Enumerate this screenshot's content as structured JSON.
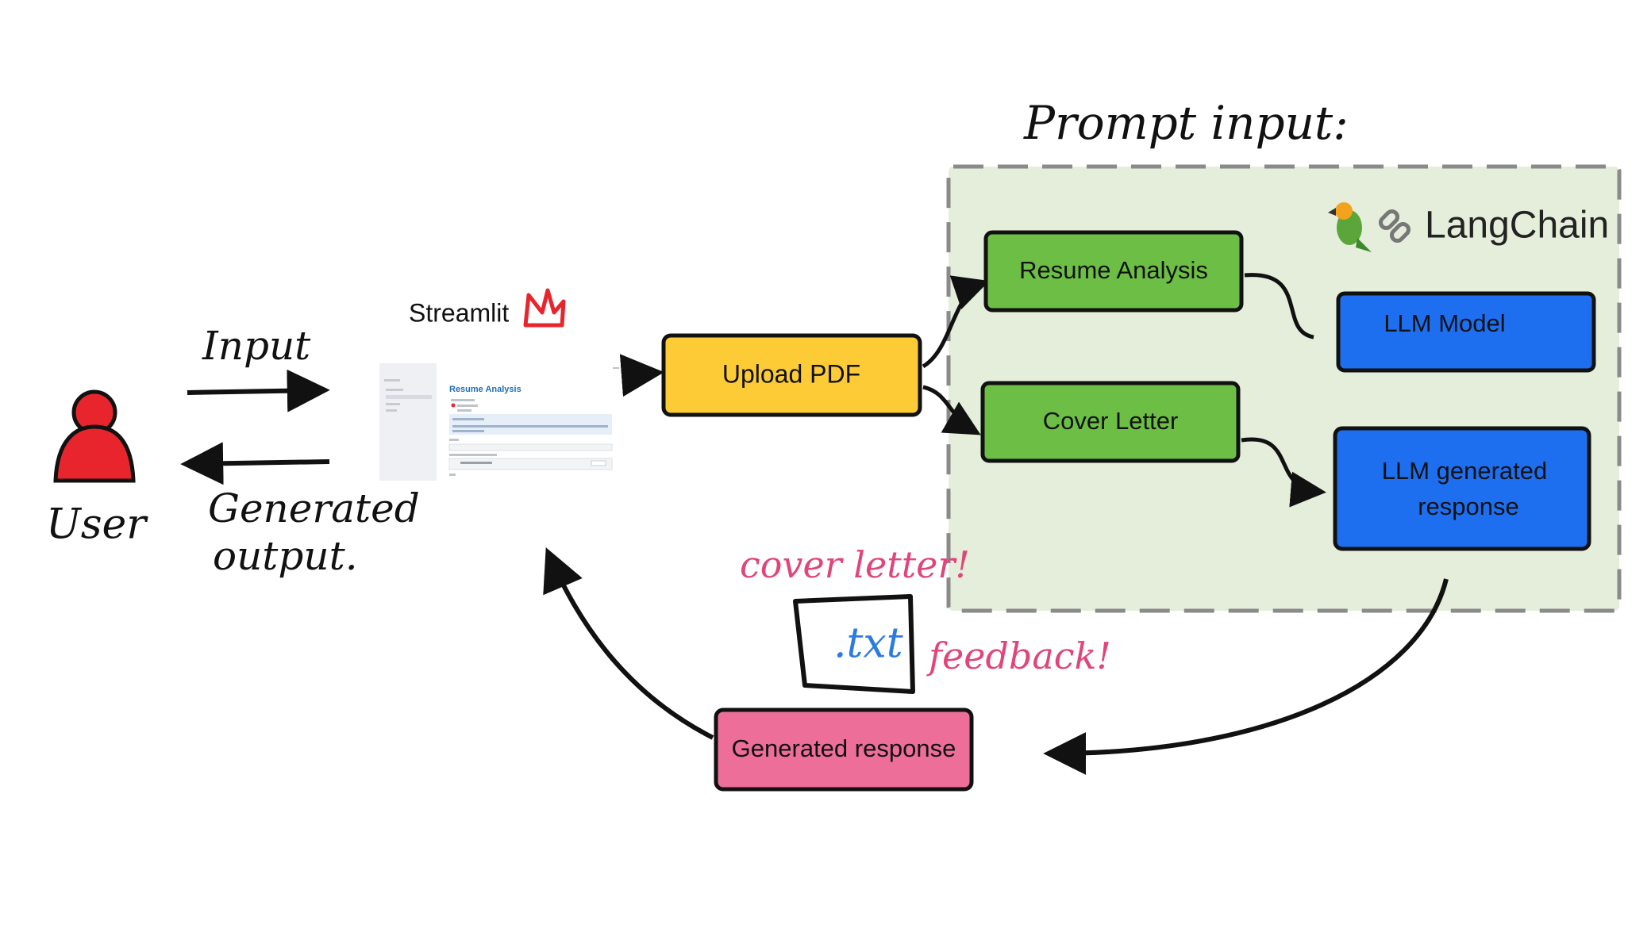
{
  "user": {
    "label": "User"
  },
  "arrows": {
    "input_label": "Input",
    "output_label_line1": "Generated",
    "output_label_line2": "output."
  },
  "streamlit": {
    "label": "Streamlit",
    "screenshot_title": "Resume Analysis"
  },
  "prompt": {
    "title": "Prompt input:"
  },
  "langchain": {
    "label": "LangChain"
  },
  "boxes": {
    "upload": "Upload PDF",
    "resume_analysis": "Resume Analysis",
    "cover_letter": "Cover Letter",
    "llm_model": "LLM Model",
    "llm_response_line1": "LLM generated",
    "llm_response_line2": "response",
    "generated_response": "Generated response"
  },
  "annotations": {
    "cover_letter_note": "cover letter!",
    "feedback_note": "feedback!",
    "txt_file": ".txt"
  },
  "colors": {
    "yellow": "#FCCB35",
    "green": "#6DBE45",
    "blue": "#1E6FF0",
    "pink": "#EC6E99",
    "red": "#E8252D",
    "panel": "#E4EEDB",
    "annotation": "#E0457B",
    "txt_blue": "#2B7BE4"
  }
}
